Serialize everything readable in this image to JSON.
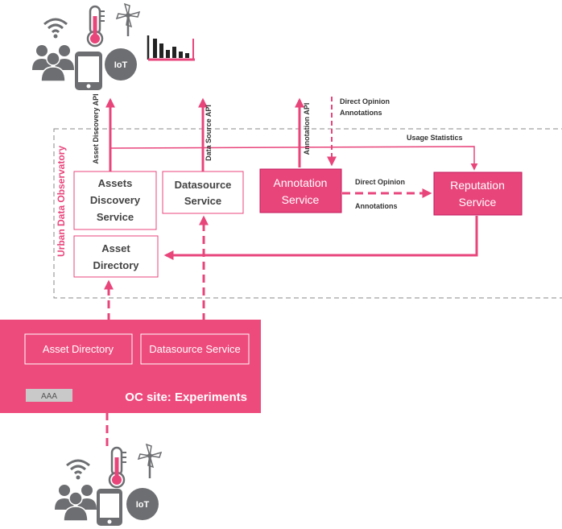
{
  "colors": {
    "accent": "#e8457b",
    "accent_dark": "#c2185b",
    "outline": "#e8457b",
    "text_dark": "#444444",
    "icon_gray": "#6d6e71",
    "dashed_border": "#8a8a8a",
    "white": "#ffffff"
  },
  "top_icons": [
    "wifi-icon",
    "thermometer-icon",
    "wind-turbine-icon",
    "people-icon",
    "smartphone-icon",
    "iot-badge-icon",
    "bar-chart-icon"
  ],
  "bottom_icons": [
    "wifi-icon",
    "thermometer-icon",
    "wind-turbine-icon",
    "people-icon",
    "smartphone-icon",
    "iot-badge-icon"
  ],
  "iot_badge": "IoT",
  "udo_label": "Urban Data Observatory",
  "services": {
    "assets_discovery": [
      "Assets",
      "Discovery",
      "Service"
    ],
    "datasource": [
      "Datasource",
      "Service"
    ],
    "annotation": [
      "Annotation",
      "Service"
    ],
    "reputation": [
      "Reputation",
      "Service"
    ],
    "asset_directory": [
      "Asset",
      "Directory"
    ]
  },
  "api_labels": {
    "asset_discovery_api": "Asset Discovery API",
    "data_source_api": "Data Source API",
    "annotation_api": "Annotation API"
  },
  "flow_labels": {
    "direct_opinion_annotations_top": [
      "Direct Opinion",
      "Annotations"
    ],
    "usage_statistics": "Usage Statistics",
    "direct_opinion_mid": "Direct Opinion",
    "annotations_mid": "Annotations"
  },
  "oc_site": {
    "title": "OC site: Experiments",
    "asset_directory": "Asset Directory",
    "datasource_service": "Datasource Service",
    "aaa": "AAA"
  }
}
